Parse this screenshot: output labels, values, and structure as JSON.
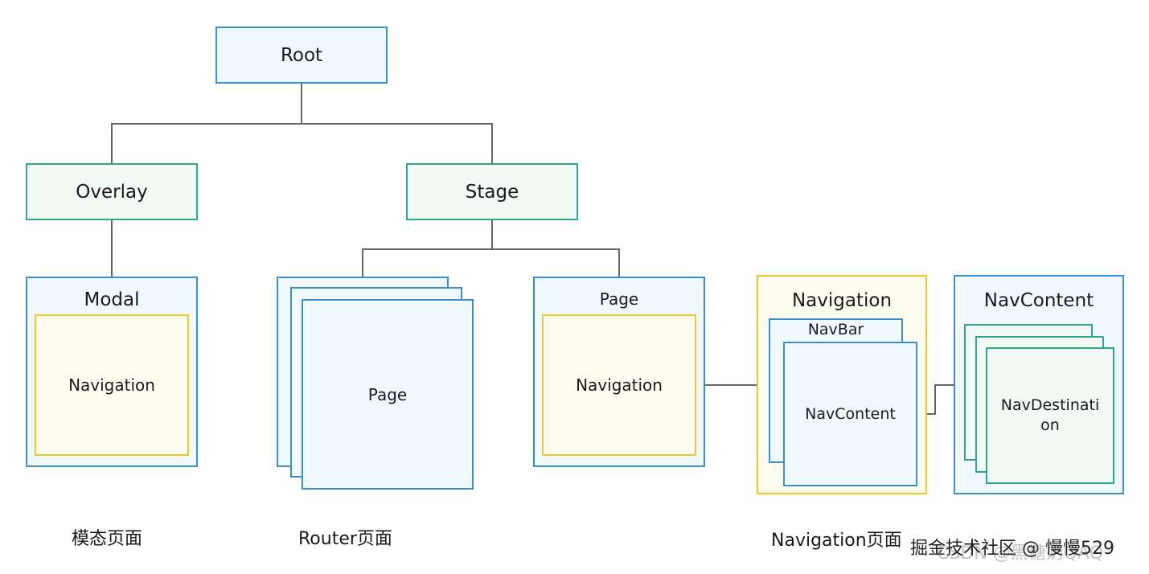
{
  "nodes": {
    "root": "Root",
    "overlay": "Overlay",
    "stage": "Stage",
    "modal": "Modal",
    "modal_navigation": "Navigation",
    "router_page": "Page",
    "page": "Page",
    "page_navigation": "Navigation",
    "navigation": "Navigation",
    "navbar": "NavBar",
    "navcontent_inner": "NavContent",
    "navcontent": "NavContent",
    "navdestination": "NavDestinati\non"
  },
  "captions": {
    "modal": "模态页面",
    "router": "Router页面",
    "navigation": "Navigation页面"
  },
  "watermarks": {
    "juejin": "掘金技术社区 @ 慢慢529",
    "csdn": "CSDN @黑糖奶QAQ"
  },
  "colors": {
    "blue_border": "#3d8fcb",
    "green_border": "#33a58a",
    "yellow_border": "#f3c623",
    "connector": "#666666"
  }
}
